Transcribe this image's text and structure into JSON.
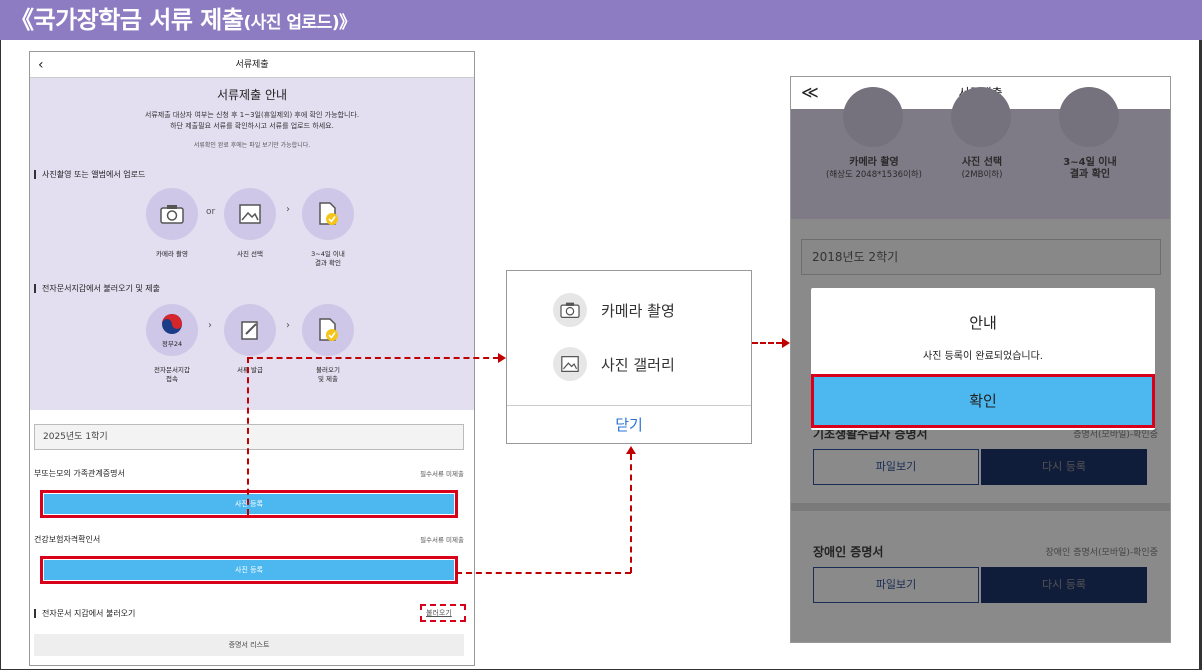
{
  "title": {
    "main": "《국가장학금 서류 제출",
    "paren": "(사진 업로드)》"
  },
  "left_phone": {
    "header": "서류제출",
    "back_icon": "‹",
    "info_title": "서류제출 안내",
    "info_desc1": "서류제출 대상자 여부는 신청 후 1~3일(휴일제외) 후에 확인 가능합니다.",
    "info_desc2": "하단 제출필요 서류를 확인하시고 서류를 업로드 하세요.",
    "info_note": "서류확인 완료 후에는 파일 보기만 가능합니다.",
    "section1": "사진촬영 또는 앨범에서 업로드",
    "or": "or",
    "camera_label": "카메라 촬영",
    "photo_label": "사진 선택",
    "result_label1": "3~4일 이내",
    "result_label2": "결과 확인",
    "section2": "전자문서지갑에서 불러오기 및 제출",
    "gov24": "정부24",
    "wallet_label1": "전자문서지갑",
    "wallet_label2": "접속",
    "issue_label": "서류 발급",
    "load_label1": "불러오기",
    "load_label2": "및 제출",
    "semester": "2025년도 1학기",
    "doc1": "부또는모의 가족관계증명서",
    "doc1_status": "필수서류 미제출",
    "upload1": "사진 등록",
    "doc2": "건강보험자격확인서",
    "doc2_status": "필수서류 미제출",
    "upload2": "사진 등록",
    "section3": "전자문서 지갑에서 불러오기",
    "load_link": "불러오기",
    "cert_list": "증명서 리스트"
  },
  "popup": {
    "camera": "카메라 촬영",
    "gallery": "사진 갤러리",
    "close": "닫기"
  },
  "right_phone": {
    "back_icon": "≪",
    "header": "서류제출",
    "camera_title": "카메라 촬영",
    "camera_sub": "(해상도 2048*1536이하)",
    "photo_title": "사진 선택",
    "photo_sub": "(2MB이하)",
    "result_title1": "3~4일 이내",
    "result_title2": "결과 확인",
    "semester": "2018년도 2학기",
    "doc1": "기초생활수급자 증명서",
    "doc1_status": "증명서(모바일)-확인중",
    "file_view": "파일보기",
    "re_register": "다시 등록",
    "doc2": "장애인 증명서",
    "doc2_status": "장애인 증명서(모바일)-확인중",
    "file_view2": "파일보기",
    "re_register2": "다시 등록",
    "dialog_title": "안내",
    "dialog_msg": "사진 등록이 완료되었습니다.",
    "dialog_confirm": "확인"
  },
  "colors": {
    "title_bg": "#8e7cc3",
    "info_bg": "#e4dff0",
    "upload_btn": "#4db8f0",
    "highlight": "#d9001b",
    "connector": "#c00000",
    "close_link": "#2a73d9"
  }
}
